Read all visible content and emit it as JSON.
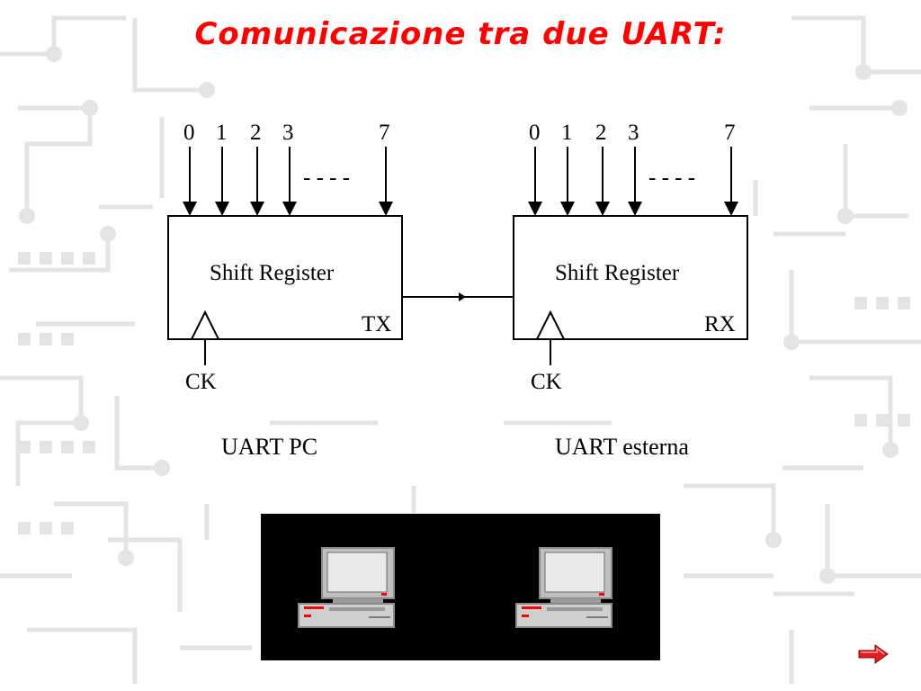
{
  "title": "Comunicazione tra due UART:",
  "tx_unit": {
    "bits": [
      "0",
      "1",
      "2",
      "3",
      "7"
    ],
    "ellipsis": "- - - -",
    "register_label": "Shift Register",
    "port_label": "TX",
    "clock_label": "CK",
    "caption": "UART PC"
  },
  "rx_unit": {
    "bits": [
      "0",
      "1",
      "2",
      "3",
      "7"
    ],
    "ellipsis": "- - - -",
    "register_label": "Shift Register",
    "port_label": "RX",
    "clock_label": "CK",
    "caption": "UART esterna"
  },
  "icons": {
    "computer_left": "computer-icon",
    "computer_right": "computer-icon",
    "next": "next-arrow-icon"
  },
  "colors": {
    "title": "#ff0000",
    "screen_bg": "#000000",
    "background_pattern": "#e8e8e8"
  }
}
